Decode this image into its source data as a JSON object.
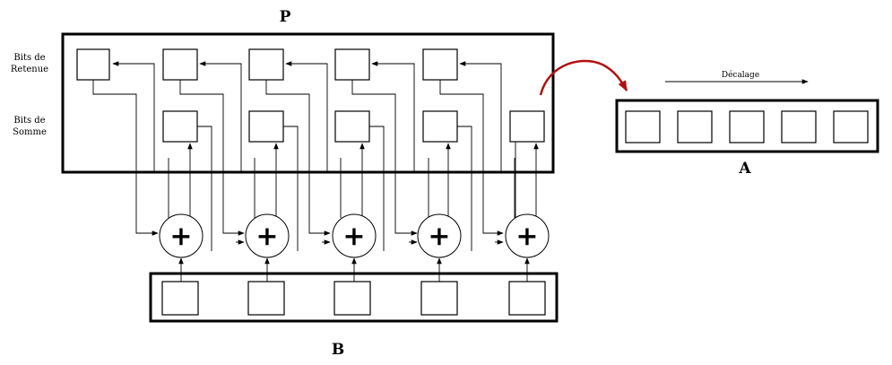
{
  "labels": {
    "p": "P",
    "a": "A",
    "b": "B",
    "carry_line1": "Bits de",
    "carry_line2": "Retenue",
    "sum_line1": "Bits de",
    "sum_line2": "Somme",
    "shift": "Décalage",
    "plus": "+"
  },
  "colors": {
    "line": "#000000",
    "transfer_arrow": "#b01010",
    "background": "#ffffff"
  }
}
